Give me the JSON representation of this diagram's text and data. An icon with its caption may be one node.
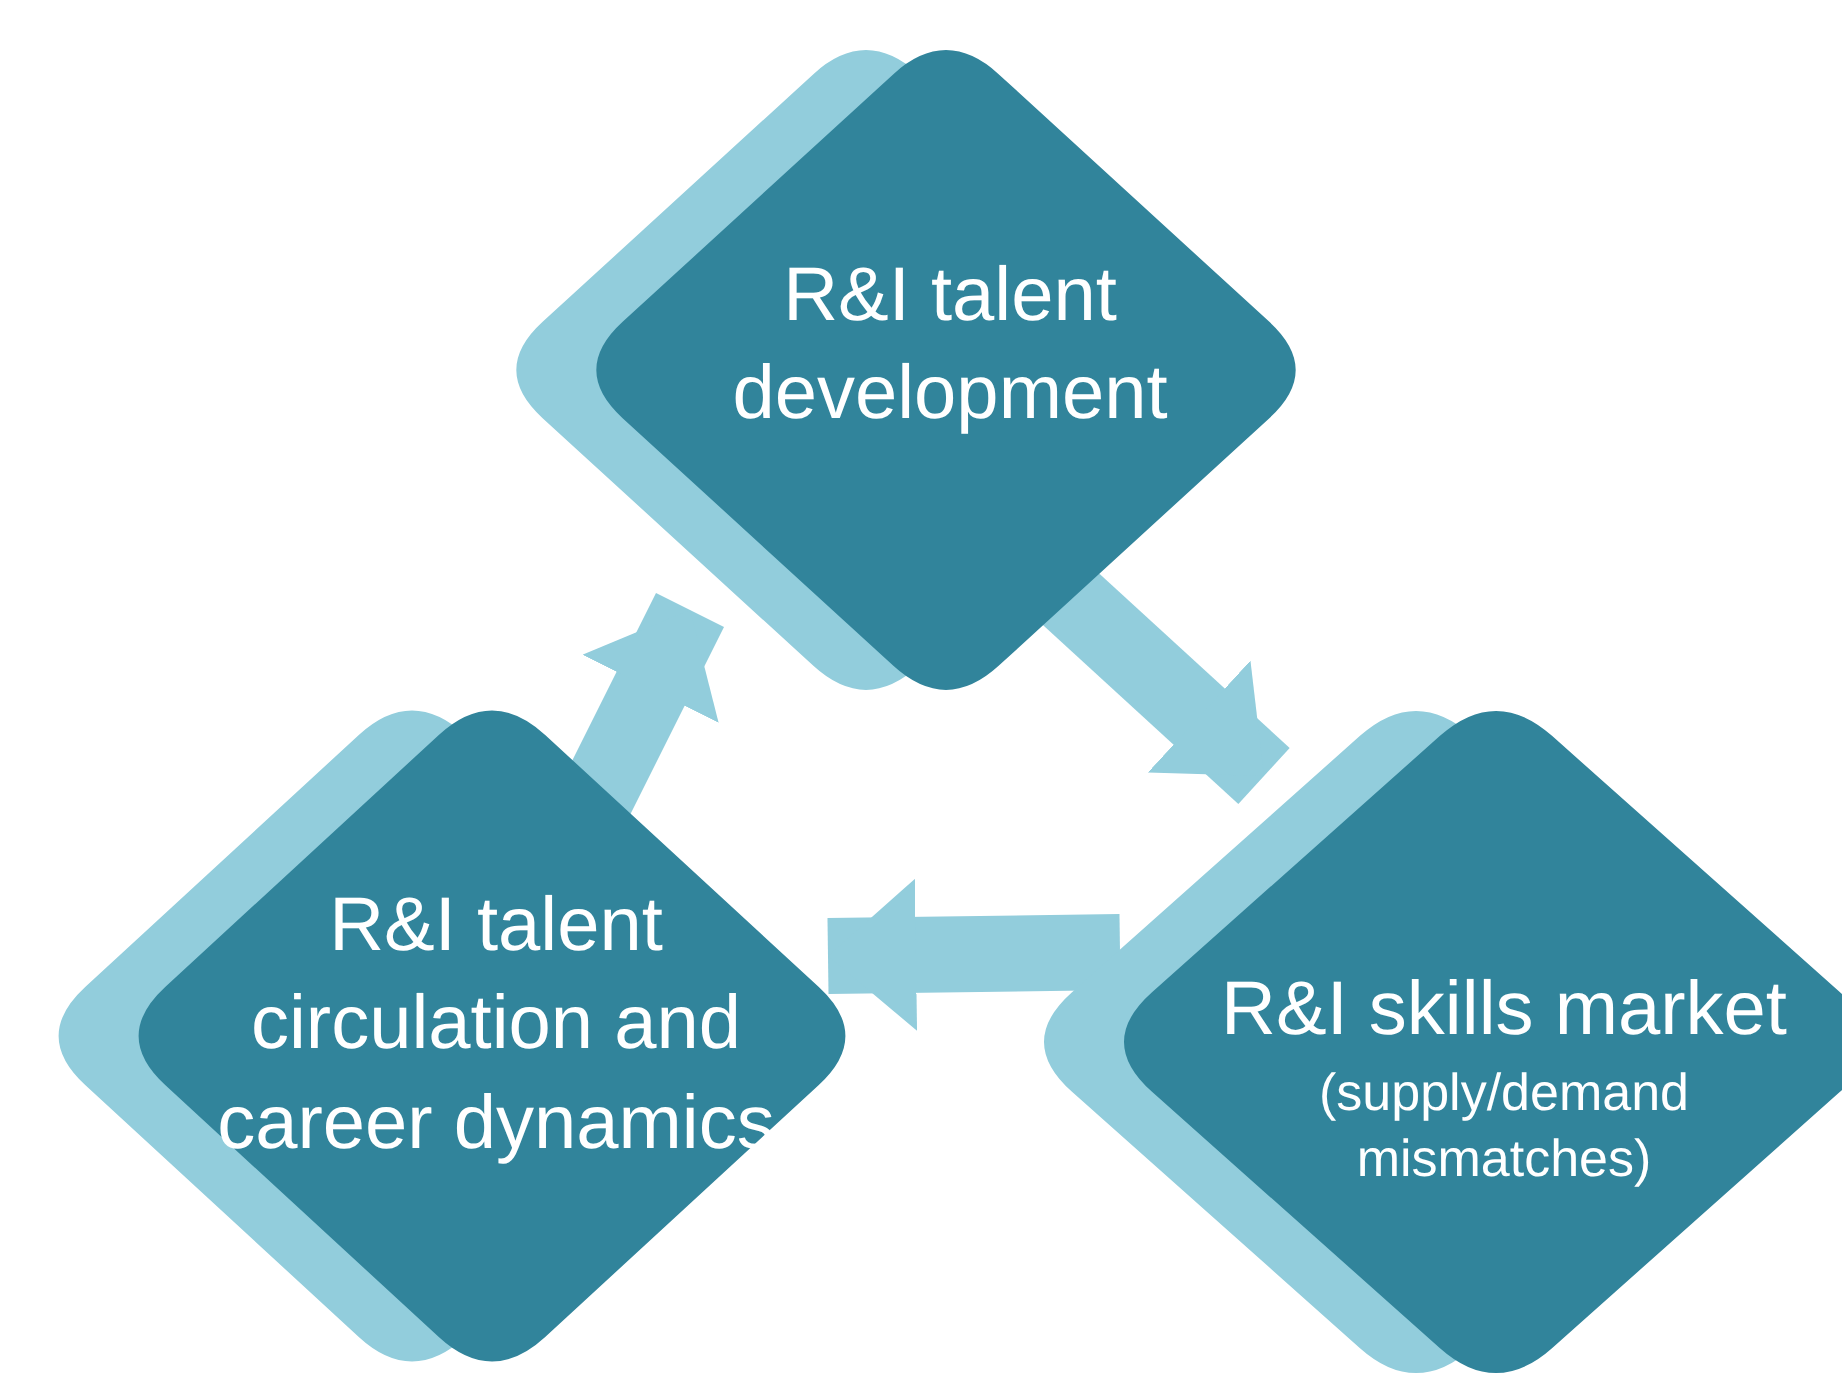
{
  "diagram": {
    "nodes": [
      {
        "text": [
          "R&I talent development"
        ]
      },
      {
        "text": [
          "R&I talent circulation and career dynamics"
        ]
      },
      {
        "text": [
          "R&I skills market",
          "(supply/demand mismatches)"
        ]
      }
    ],
    "edges": [
      {
        "from": 0,
        "to": 2,
        "arrow": "to"
      },
      {
        "from": 2,
        "to": 1,
        "arrow": "to"
      },
      {
        "from": 1,
        "to": 0,
        "arrow": "to"
      }
    ]
  }
}
